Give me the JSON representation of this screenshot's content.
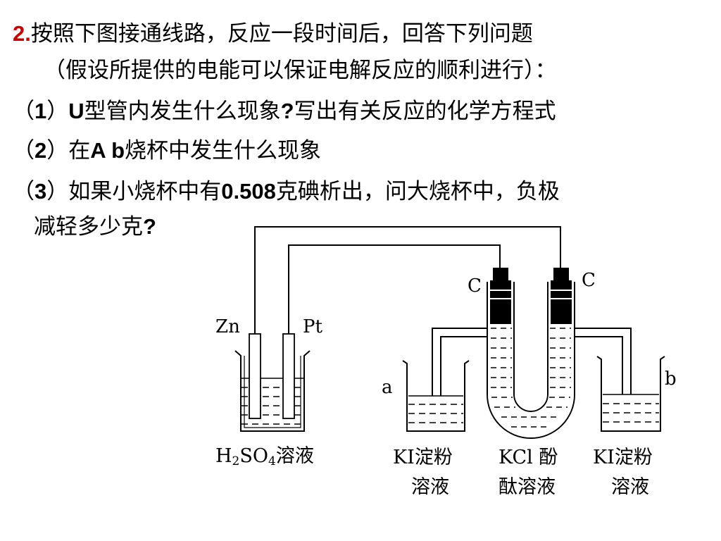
{
  "question": {
    "number": "2.",
    "line1": "按照下图接通线路，反应一段时间后，回答下列问题",
    "line2": "（假设所提供的电能可以保证电解反应的顺利进行）：",
    "item1_open": "（",
    "item1_num": "1",
    "item1_close": "）",
    "item1_bold": "U",
    "item1_text": "型管内发生什么现象",
    "item1_q": "?",
    "item1_text2": "写出有关反应的化学方程式",
    "item2_open": "（",
    "item2_num": "2",
    "item2_close": "）在",
    "item2_bold": "A  b",
    "item2_text": "烧杯中发生什么现象",
    "item3_open": "（",
    "item3_num": "3",
    "item3_close": "）如果小烧杯中有",
    "item3_bold": "0.508",
    "item3_text": "克碘析出，问大烧杯中，负极",
    "item3_line2": "减轻多少克",
    "item3_q": "?"
  },
  "diagram": {
    "label_zn": "Zn",
    "label_pt": "Pt",
    "label_c_left": "C",
    "label_c_right": "C",
    "label_a": "a",
    "label_b": "b",
    "caption_h2so4_h": "H",
    "caption_h2so4_2": "2",
    "caption_h2so4_so": "SO",
    "caption_h2so4_4": "4",
    "caption_h2so4_rest": "溶液",
    "caption_ki_left_1": "KI淀粉",
    "caption_ki_left_2": "溶液",
    "caption_kcl_1": "KCl 酚",
    "caption_kcl_2": "酞溶液",
    "caption_ki_right_1": "KI淀粉",
    "caption_ki_right_2": "溶液"
  }
}
